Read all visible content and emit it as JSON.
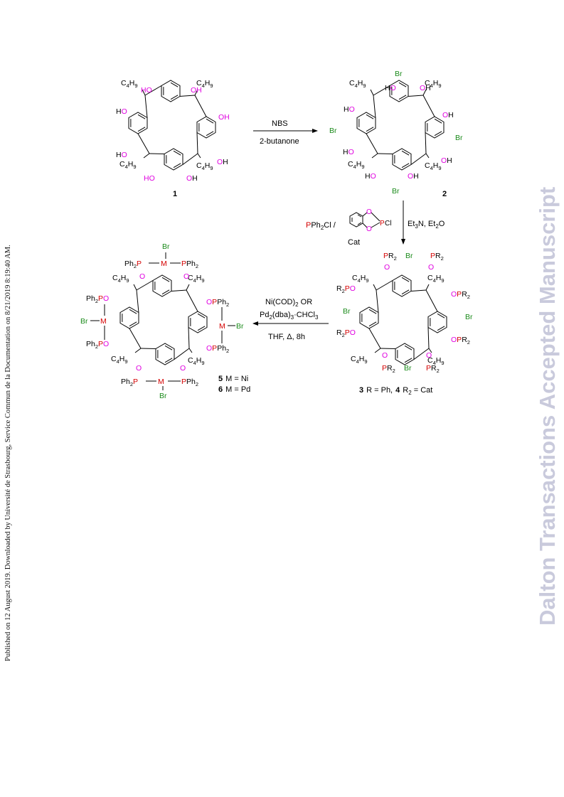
{
  "side_note": "Published on 12 August 2019. Downloaded by Université de Strasbourg, Service Commun de la Documentation on 8/21/2019 8:19:40 AM.",
  "watermark": "Dalton Transactions Accepted Manuscript",
  "colors": {
    "oxygen": "#e000e0",
    "phosphorus": "#d40000",
    "bromine": "#1a8a1a",
    "metal": "#d40000",
    "bond": "#000000"
  },
  "compounds": {
    "c1": {
      "number": "1"
    },
    "c2": {
      "number": "2"
    },
    "c3_4": {
      "n3": "3",
      "r3": "R = Ph,",
      "n4": "4",
      "r4": "R",
      "r4_sub": "2",
      "r4_rest": " = Cat"
    },
    "c5_6": {
      "n5": "5",
      "m5": "M = Ni",
      "n6": "6",
      "m6": "M = Pd"
    }
  },
  "step1": {
    "reagent": "NBS",
    "solvent": "2-butanone"
  },
  "step2": {
    "reagent_p": "P",
    "reagent_rest": "Ph",
    "reagent_sub": "2",
    "reagent_cl": "Cl /",
    "cat_label": "Cat",
    "cat_cl": "Cl",
    "base": "Et",
    "base_sub": "3",
    "base_mid": "N, Et",
    "ether_sub": "2",
    "ether_o": "O"
  },
  "step3": {
    "line1_a": "Ni(COD)",
    "line1_sub": "2",
    "line1_b": " OR",
    "line2_a": "Pd",
    "line2_sub1": "2",
    "line2_b": "(dba)",
    "line2_sub2": "3",
    "line2_c": "·CHCl",
    "line2_sub3": "3",
    "line3": "THF, Δ, 8h"
  },
  "labels": {
    "c4": "C",
    "h9": "H",
    "n4": "4",
    "n9": "9",
    "ho": "HO",
    "oh": "OH",
    "h": "H",
    "o": "O",
    "br": "Br",
    "m": "M",
    "p": "P",
    "ph2": "Ph",
    "two": "2",
    "r2": "R"
  }
}
